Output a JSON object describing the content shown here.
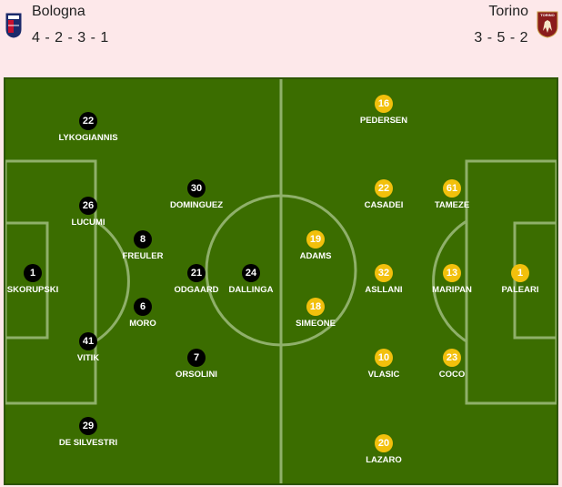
{
  "home": {
    "name": "Bologna",
    "formation": "4 - 2 - 3 - 1",
    "crest_icon": "bologna-crest-icon",
    "color": "#000000",
    "players": [
      {
        "number": "22",
        "name": "LYKOGIANNIS"
      },
      {
        "number": "26",
        "name": "LUCUMI"
      },
      {
        "number": "1",
        "name": "SKORUPSKI"
      },
      {
        "number": "41",
        "name": "VITIK"
      },
      {
        "number": "29",
        "name": "DE SILVESTRI"
      },
      {
        "number": "8",
        "name": "FREULER"
      },
      {
        "number": "6",
        "name": "MORO"
      },
      {
        "number": "30",
        "name": "DOMINGUEZ"
      },
      {
        "number": "21",
        "name": "ODGAARD"
      },
      {
        "number": "7",
        "name": "ORSOLINI"
      },
      {
        "number": "24",
        "name": "DALLINGA"
      }
    ]
  },
  "away": {
    "name": "Torino",
    "formation": "3 - 5 - 2",
    "crest_icon": "torino-crest-icon",
    "crest_text": "TORINO",
    "color": "#f2c00c",
    "players": [
      {
        "number": "16",
        "name": "PEDERSEN"
      },
      {
        "number": "22",
        "name": "CASADEI"
      },
      {
        "number": "61",
        "name": "TAMEZE"
      },
      {
        "number": "19",
        "name": "ADAMS"
      },
      {
        "number": "18",
        "name": "SIMEONE"
      },
      {
        "number": "32",
        "name": "ASLLANI"
      },
      {
        "number": "13",
        "name": "MARIPAN"
      },
      {
        "number": "1",
        "name": "PALEARI"
      },
      {
        "number": "10",
        "name": "VLASIC"
      },
      {
        "number": "23",
        "name": "COCO"
      },
      {
        "number": "20",
        "name": "LAZARO"
      }
    ]
  },
  "colors": {
    "pitch": "#3b6d00",
    "lines": "#8fb06a",
    "background": "#fde8ea"
  }
}
